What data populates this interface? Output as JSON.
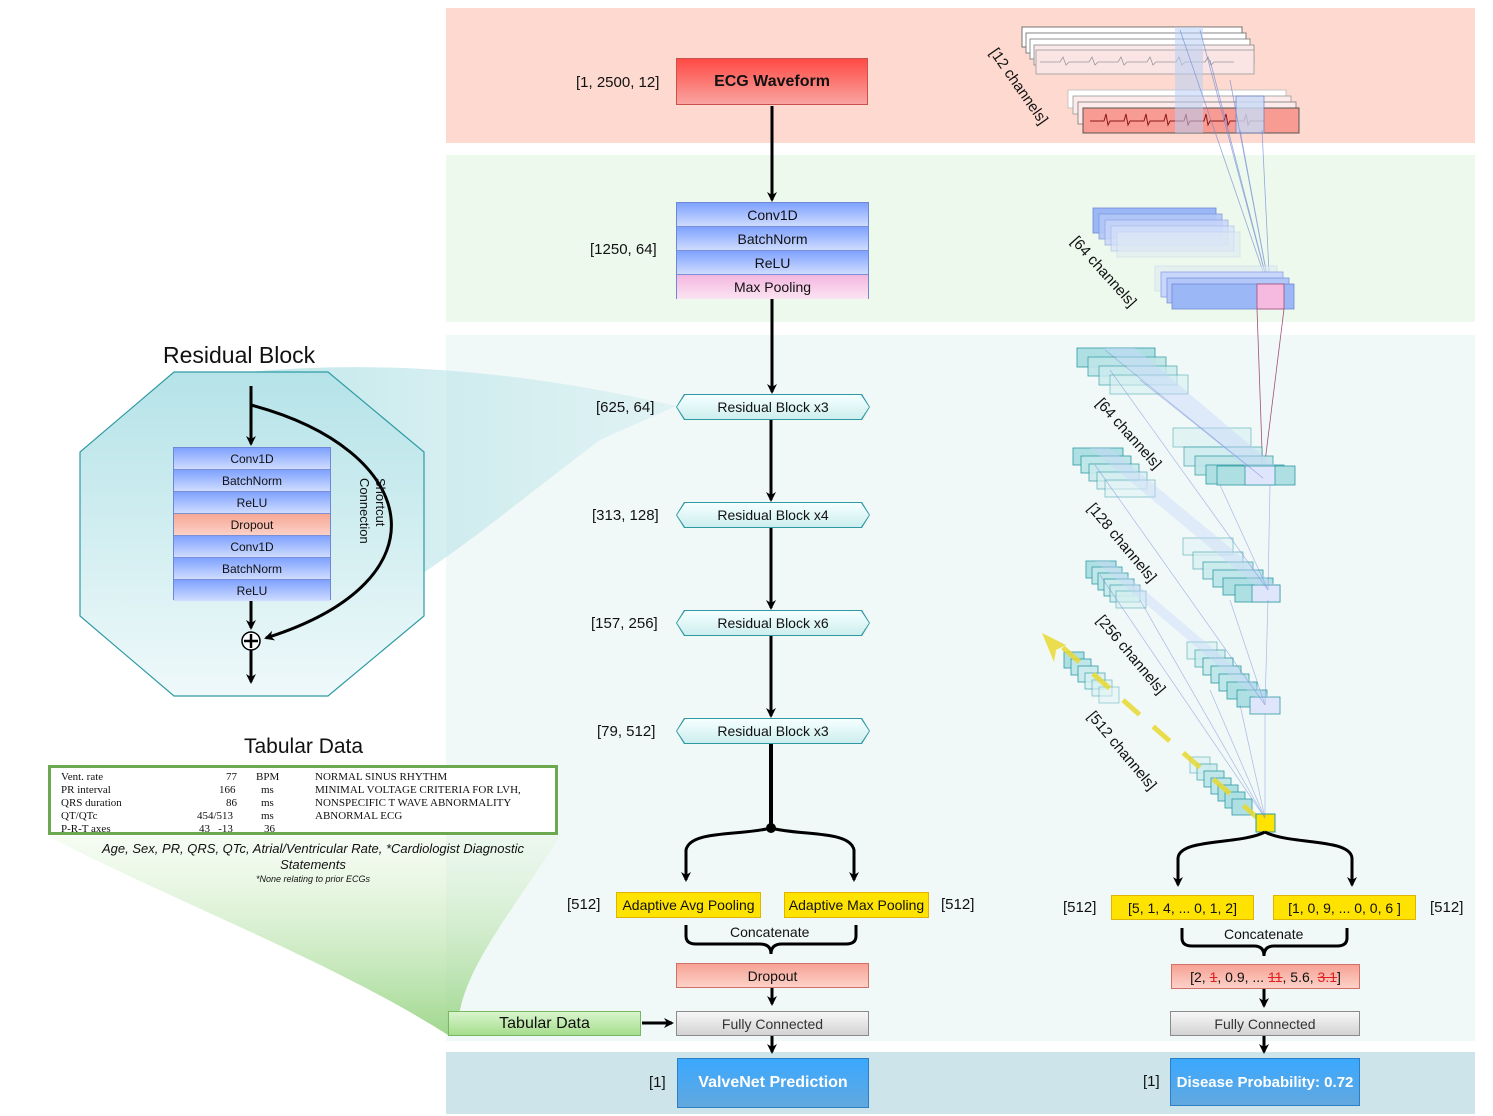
{
  "colors": {
    "input_band": "#fdd9cf",
    "stem_band": "#ecf9ec",
    "residual_band": "#f0f8f8",
    "output_band": "#cde5ea",
    "ecg_box": "#ff4a45",
    "layer_blue": "#7fa2ff",
    "max_pool_pink": "#f4b6df",
    "dropout_salmon": "#f7a295",
    "pooling_yellow": "#ffe300",
    "prediction_blue": "#3aa8ff",
    "tabular_green": "#a6dd8e",
    "residual_teal": "#2f9aa4"
  },
  "main_flow": {
    "input": {
      "dim": "[1, 2500, 12]",
      "label": "ECG Waveform"
    },
    "stem": {
      "dim": "[1250, 64]",
      "layers": [
        "Conv1D",
        "BatchNorm",
        "ReLU",
        "Max Pooling"
      ]
    },
    "residual_stages": [
      {
        "dim": "[625, 64]",
        "label": "Residual Block x3"
      },
      {
        "dim": "[313, 128]",
        "label": "Residual Block x4"
      },
      {
        "dim": "[157, 256]",
        "label": "Residual Block x6"
      },
      {
        "dim": "[79, 512]",
        "label": "Residual Block x3"
      }
    ],
    "pooling": {
      "left_dim": "[512]",
      "left_label": "Adaptive Avg Pooling",
      "right_dim": "[512]",
      "right_label": "Adaptive Max Pooling",
      "concat_label": "Concatenate"
    },
    "dropout_label": "Dropout",
    "tabular_label": "Tabular Data",
    "fc_label": "Fully Connected",
    "output": {
      "dim": "[1]",
      "label": "ValveNet Prediction"
    }
  },
  "residual_block_detail": {
    "title": "Residual Block",
    "layers": [
      "Conv1D",
      "BatchNorm",
      "ReLU",
      "Dropout",
      "Conv1D",
      "BatchNorm",
      "ReLU"
    ],
    "shortcut_label_line1": "Shortcut",
    "shortcut_label_line2": "Connection",
    "add_symbol": "+"
  },
  "tabular_detail": {
    "title": "Tabular Data",
    "rows": [
      {
        "name": "Vent. rate",
        "value": "77",
        "unit": "BPM"
      },
      {
        "name": "PR interval",
        "value": "166",
        "unit": "ms"
      },
      {
        "name": "QRS duration",
        "value": "86",
        "unit": "ms"
      },
      {
        "name": "QT/QTc",
        "value": "454/513",
        "unit": "ms"
      },
      {
        "name": "P-R-T axes",
        "value": "43   -13",
        "unit": "36"
      }
    ],
    "statements": [
      "NORMAL SINUS RHYTHM",
      "MINIMAL VOLTAGE CRITERIA FOR LVH,",
      "NONSPECIFIC T WAVE ABNORMALITY",
      "ABNORMAL ECG"
    ],
    "caption_line1": "Age, Sex, PR, QRS, QTc,  Atrial/Ventricular Rate, *Cardiologist Diagnostic",
    "caption_line2": "Statements",
    "footnote": "*None relating to prior ECGs"
  },
  "visualization": {
    "channel_labels": [
      "[12 channels]",
      "[64 channels]",
      "[64 channels]",
      "[128 channels]",
      "[256 channels]",
      "[512 channels]"
    ],
    "pooling": {
      "left_dim": "[512]",
      "left_vector": "[5, 1, 4, ... 0, 1, 2]",
      "right_dim": "[512]",
      "right_vector": "[1, 0, 9, ... 0, 0, 6 ]",
      "concat_label": "Concatenate"
    },
    "dropout_vector": {
      "open": "[2, ",
      "dropped_1": "1",
      "mid": ", 0.9, ... ",
      "dropped_2": "11",
      "mid2": ", 5.6, ",
      "dropped_3": "3.1",
      "close": "]"
    },
    "fc_label": "Fully Connected",
    "output": {
      "dim": "[1]",
      "label": "Disease Probability: 0.72"
    }
  }
}
